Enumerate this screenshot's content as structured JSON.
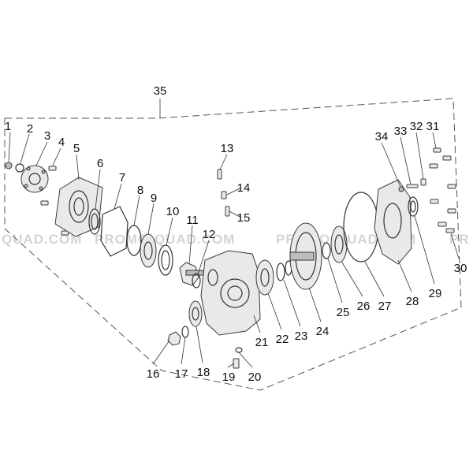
{
  "watermarks": {
    "left": "QUAD.COM",
    "center": "PROMO-QUAD.COM",
    "right": "PROMO-QUAD.COM",
    "far_right": "PR"
  },
  "callouts": {
    "c1": "1",
    "c2": "2",
    "c3": "3",
    "c4": "4",
    "c5": "5",
    "c6": "6",
    "c7": "7",
    "c8": "8",
    "c9": "9",
    "c10": "10",
    "c11": "11",
    "c12": "12",
    "c13": "13",
    "c14": "14",
    "c15": "15",
    "c16": "16",
    "c17": "17",
    "c18": "18",
    "c19": "19",
    "c20": "20",
    "c21": "21",
    "c22": "22",
    "c23": "23",
    "c24": "24",
    "c25": "25",
    "c26": "26",
    "c27": "27",
    "c28": "28",
    "c29": "29",
    "c30": "30",
    "c31": "31",
    "c32": "32",
    "c33": "33",
    "c34": "34",
    "c35": "35"
  },
  "colors": {
    "line": "#333333",
    "part_fill": "#e9e9e9",
    "watermark": "#d4d4d4"
  }
}
